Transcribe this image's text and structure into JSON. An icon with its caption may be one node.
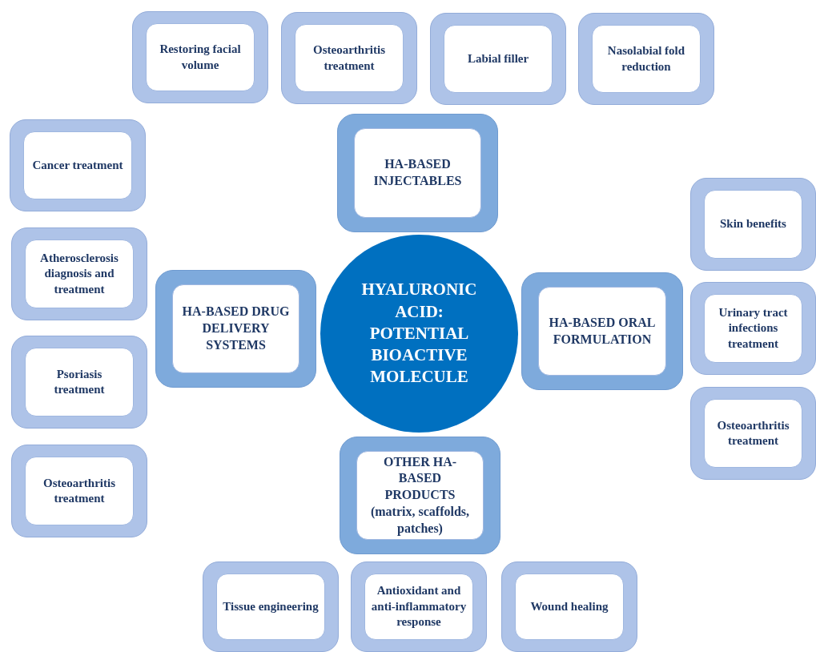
{
  "diagram": {
    "nodes": [
      {
        "text": [
          "Restoring facial volume"
        ]
      },
      {
        "text": [
          "Osteoarthritis treatment"
        ]
      },
      {
        "text": [
          "Labial filler"
        ]
      },
      {
        "text": [
          "Nasolabial fold reduction"
        ]
      },
      {
        "text": [
          "Cancer treatment"
        ]
      },
      {
        "text": [
          "HA-BASED INJECTABLES"
        ]
      },
      {
        "text": [
          "Skin benefits"
        ]
      },
      {
        "text": [
          "Atherosclerosis diagnosis and treatment"
        ]
      },
      {
        "text": [
          "HA-BASED DRUG DELIVERY SYSTEMS"
        ]
      },
      {
        "text": [
          "HYALURONIC ACID: POTENTIAL BIOACTIVE MOLECULE"
        ]
      },
      {
        "text": [
          "HA-BASED ORAL FORMULATION"
        ]
      },
      {
        "text": [
          "Urinary tract infections treatment"
        ]
      },
      {
        "text": [
          "Psoriasis treatment"
        ]
      },
      {
        "text": [
          "Osteoarthritis treatment"
        ]
      },
      {
        "text": [
          "OTHER HA-BASED PRODUCTS (matrix, scaffolds, patches)"
        ]
      },
      {
        "text": [
          "Osteoarthritis treatment"
        ]
      },
      {
        "text": [
          "Tissue engineering"
        ]
      },
      {
        "text": [
          "Antioxidant and anti-inflammatory response"
        ]
      },
      {
        "text": [
          "Wound healing"
        ]
      }
    ]
  }
}
